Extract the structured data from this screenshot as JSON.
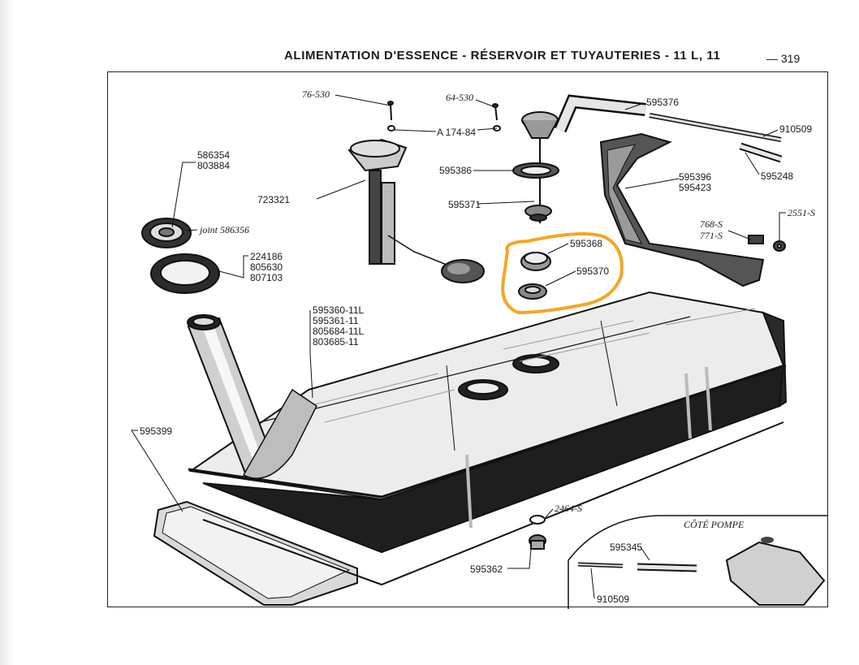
{
  "header": {
    "title": "ALIMENTATION D'ESSENCE - RÉSERVOIR ET TUYAUTERIES - 11 L, 11",
    "page": "— 319"
  },
  "parts": {
    "p_76_530": "76-530",
    "p_a174_84": "A 174-84",
    "p_64_530": "64-530",
    "p_595376": "595376",
    "p_910509_top": "910509",
    "p_586354": "586354",
    "p_803884": "803884",
    "p_joint": "joint 586356",
    "p_595386": "595386",
    "p_595248": "595248",
    "p_723321": "723321",
    "p_595371": "595371",
    "p_595396": "595396",
    "p_595423": "595423",
    "p_768": "768-S",
    "p_771": "771-S",
    "p_2551": "2551-S",
    "p_224186": "224186",
    "p_805630": "805630",
    "p_807103": "807103",
    "p_595368": "595368",
    "p_595370": "595370",
    "p_595360": "595360-11L",
    "p_595361": "595361-11",
    "p_805684": "805684-11L",
    "p_803685": "803685-11",
    "p_595399": "595399",
    "p_2464": "2464-S",
    "p_595362": "595362",
    "p_cote": "CÔTÉ POMPE",
    "p_595345": "595345",
    "p_910509_bot": "910509"
  },
  "highlight_color": "#f5a623"
}
